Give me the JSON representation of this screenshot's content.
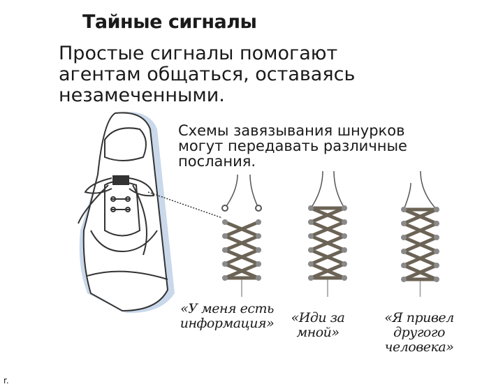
{
  "title": "Тайные сигналы",
  "subtitle": [
    "Простые сигналы помогают",
    "агентам общаться, оставаясь",
    "незамеченными."
  ],
  "note": [
    "Схемы завязывания шнурков",
    "могут передавать различные",
    "послания."
  ],
  "captions": [
    {
      "lines": [
        "«У меня есть",
        "информация»"
      ]
    },
    {
      "lines": [
        "«Иди за",
        "мной»"
      ]
    },
    {
      "lines": [
        "«Я привел",
        "другого",
        "человека»"
      ]
    }
  ],
  "corner_mark": "r.",
  "colors": {
    "lace": "#6b6355",
    "eyelet": "#8a8a8a",
    "shoe_shadow": "#c9d8ea"
  }
}
